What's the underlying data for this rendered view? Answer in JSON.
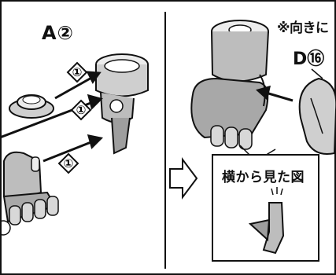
{
  "labels": {
    "part_a": "A②",
    "part_d": "D⑯",
    "direction_note": "※向きに",
    "side_view_title": "横から見た図"
  },
  "steps": [
    "①",
    "①",
    "①"
  ],
  "colors": {
    "line": "#111111",
    "part_fill": "#cfcfcf",
    "part_shade": "#8f8f8f",
    "part_light": "#ececec"
  }
}
